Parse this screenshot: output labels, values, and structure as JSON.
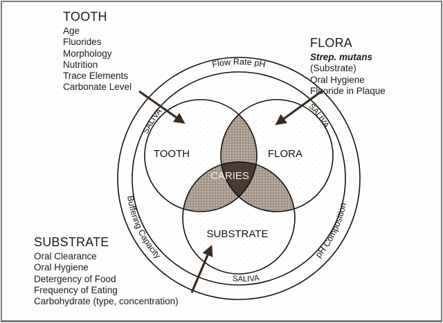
{
  "factors": {
    "tooth": {
      "title": "TOOTH",
      "items": [
        "Age",
        "Fluorides",
        "Morphology",
        "Nutrition",
        "Trace Elements",
        "Carbonate Level"
      ]
    },
    "flora": {
      "title": "FLORA",
      "items": [
        "Strep. mutans",
        "(Substrate)",
        "Oral Hygiene",
        "Fluoride in Plaque"
      ]
    },
    "substrate": {
      "title": "SUBSTRATE",
      "items": [
        "Oral Clearance",
        "Oral Hygiene",
        "Detergency of Food",
        "Frequency of Eating",
        "Carbohydrate (type, concentration)"
      ]
    }
  },
  "venn": {
    "tooth_label": "TOOTH",
    "flora_label": "FLORA",
    "substrate_label": "SUBSTRATE",
    "center_label": "CARIES"
  },
  "ring": {
    "top": "Flow Rate pH",
    "left": "Buffering Capacity",
    "right": "pH Composition",
    "saliva_left": "SALIVA",
    "saliva_right": "SALIVA",
    "saliva_bottom": "SALIVA"
  },
  "colors": {
    "line": "#111111",
    "arrow": "#3b2a22",
    "pair_overlap": "#a89a8c",
    "center_overlap": "#4a3c34",
    "center_text": "#f2f0ec"
  }
}
